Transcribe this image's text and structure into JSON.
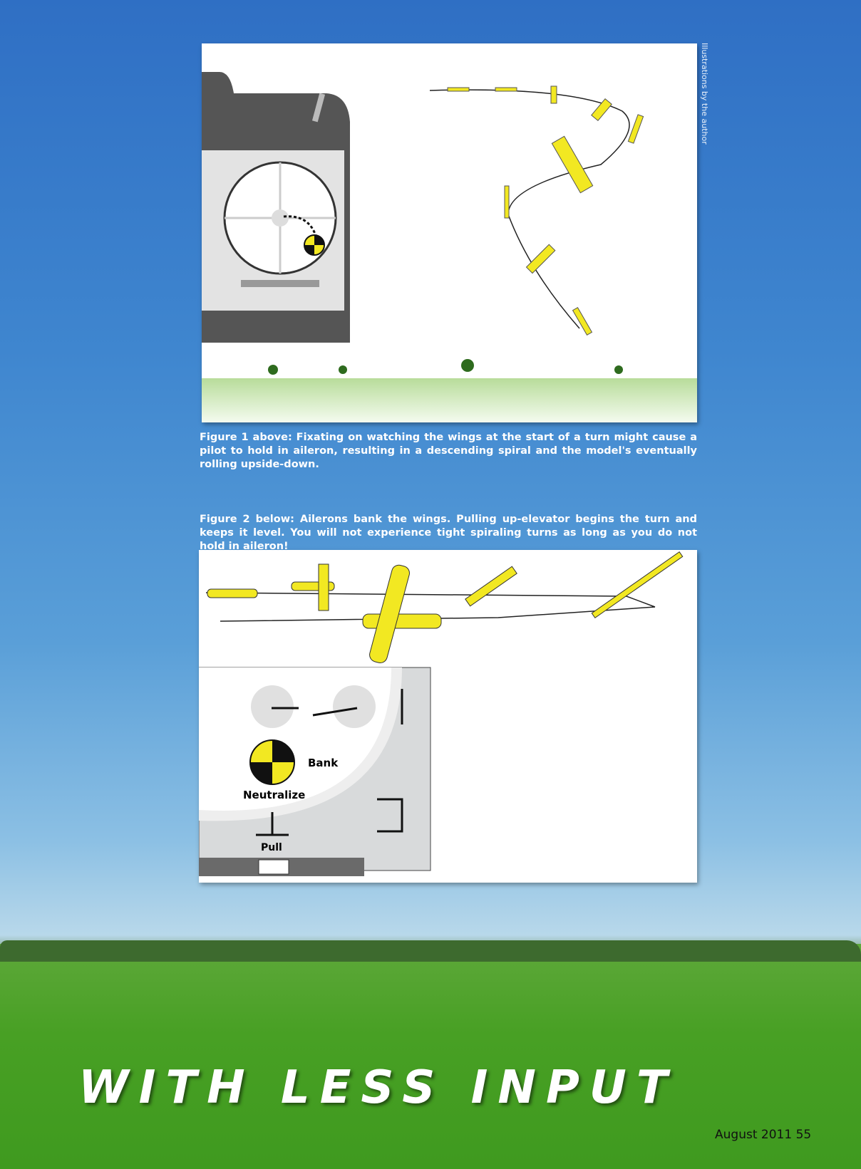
{
  "figure1": {
    "caption": "Figure 1 above: Fixating on watching the wings at the start of a turn might cause a pilot to hold in aileron, resulting in a descending spiral and the model's eventually rolling upside-down."
  },
  "figure2": {
    "caption": "Figure 2 below: Ailerons bank the wings. Pulling up-elevator begins the turn and keeps it level. You will not experience tight spiraling turns as long as you do not hold in aileron!",
    "labels": {
      "bank": "Bank",
      "neutralize": "Neutralize",
      "pull": "Pull"
    }
  },
  "credit": "Illustrations by the author",
  "headline": "WITH LESS INPUT",
  "folio": "August 2011 55",
  "colors": {
    "sky": "#3f86cf",
    "grass": "#48a024",
    "plane": "#f2e822"
  }
}
